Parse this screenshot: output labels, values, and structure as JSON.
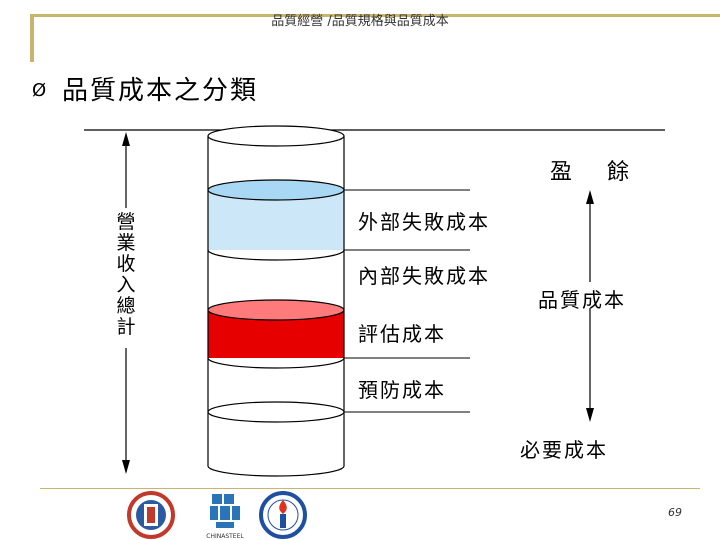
{
  "header": {
    "text": "品質經營 /品質規格與品質成本"
  },
  "title": {
    "bullet": "Ø",
    "text": "品質成本之分類"
  },
  "diagram": {
    "left_label_chars": [
      "營",
      "業",
      "收",
      "入",
      "總",
      "計"
    ],
    "profit_label": "盈　 餘",
    "external_failure": "外部失敗成本",
    "internal_failure": "內部失敗成本",
    "appraisal": "評估成本",
    "prevention": "預防成本",
    "quality_cost": "品質成本",
    "necessary_cost": "必要成本",
    "colors": {
      "external": "#cce8f8",
      "appraisal": "#e60000",
      "appraisal_top": "#ff7a7a",
      "external_top": "#a8d8f4"
    }
  },
  "footer": {
    "page": "69",
    "logos": [
      "taiwan-school-logo",
      "chinasteel-logo",
      "torch-logo"
    ],
    "chinasteel_text": "CHINASTEEL"
  }
}
